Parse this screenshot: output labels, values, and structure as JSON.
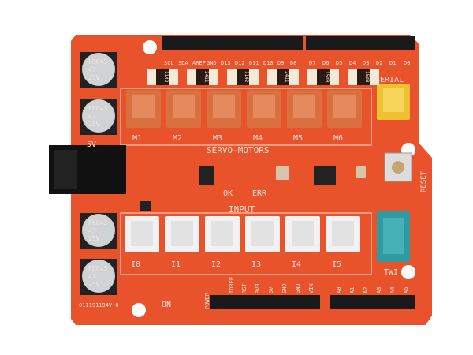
{
  "board": {
    "title": "SERVO-MOTORS",
    "input_label": "INPUT",
    "serial_label": "SERIAL",
    "twi_label": "TWI",
    "reset_label": "RESET",
    "power_led_label": "ON",
    "ok_label": "OK",
    "err_label": "ERR",
    "jack_label": "5V",
    "cert_text": "011191194V-0",
    "colors": {
      "pcb": "#e8532c",
      "header": "#1a1a1a",
      "servo": "#d8703f",
      "serial": "#efc12f",
      "twi": "#2f9aa0"
    }
  },
  "servo_ports": [
    "M1",
    "M2",
    "M3",
    "M4",
    "M5",
    "M6"
  ],
  "input_ports": [
    "I0",
    "I1",
    "I2",
    "I3",
    "I4",
    "I5"
  ],
  "top_pins": [
    "SCL",
    "SDA",
    "AREF",
    "GND",
    "D13",
    "D12",
    "D11",
    "D10",
    "D9",
    "D8",
    "D7",
    "D6",
    "D5",
    "D4",
    "D3",
    "D2",
    "D1",
    "D0"
  ],
  "bottom_pins": [
    "POWER",
    "IOREF",
    "RST",
    "3V3",
    "5V",
    "GND",
    "GND",
    "VIN",
    "A0",
    "A1",
    "A2",
    "A3",
    "A4",
    "A5"
  ],
  "resistors": [
    "1142",
    "2411",
    "1142",
    "2411",
    "15d8",
    "15d8"
  ],
  "capacitor": {
    "line1": "F0043",
    "line2": "47",
    "line3": "25V"
  }
}
